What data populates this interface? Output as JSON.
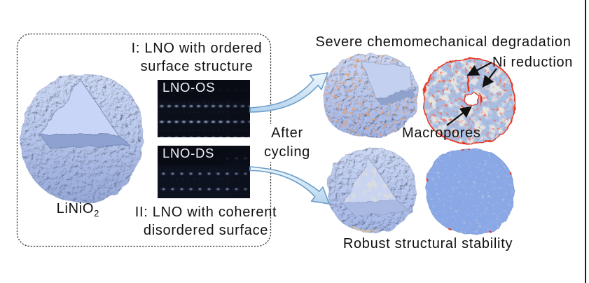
{
  "left_panel": {
    "title_top": {
      "line1": "I: LNO with ordered",
      "line2": "surface structure"
    },
    "title_bottom": {
      "line1": "II: LNO with coherent",
      "line2": "disordered surface"
    },
    "formula_base": "LiNiO",
    "formula_sub": "2",
    "stem_images": [
      {
        "label": "LNO-OS"
      },
      {
        "label": "LNO-DS"
      }
    ]
  },
  "middle": {
    "after_line1": "After",
    "after_line2": "cycling"
  },
  "right_panel": {
    "top_caption": "Severe chemomechanical degradation",
    "ni_annotation": "Ni reduction",
    "macropores_annotation": "Macropores",
    "bottom_caption": "Robust structural stability"
  },
  "colors": {
    "particle_blue": "#b3c3ea",
    "particle_face_blue": "#c6d3f4",
    "degradation_red": "#e8321e",
    "rust_speckle": "#cc5a2e",
    "cross_section_cream": "#e6dfc6",
    "cross_section_blue": "#a8bde2",
    "stable_section_blue": "#8aa7e6",
    "arrow_fill": "#d9ecfa",
    "arrow_outline": "#6d9dc8",
    "stem_background": "#0b0f1a",
    "text_color": "#111111"
  }
}
